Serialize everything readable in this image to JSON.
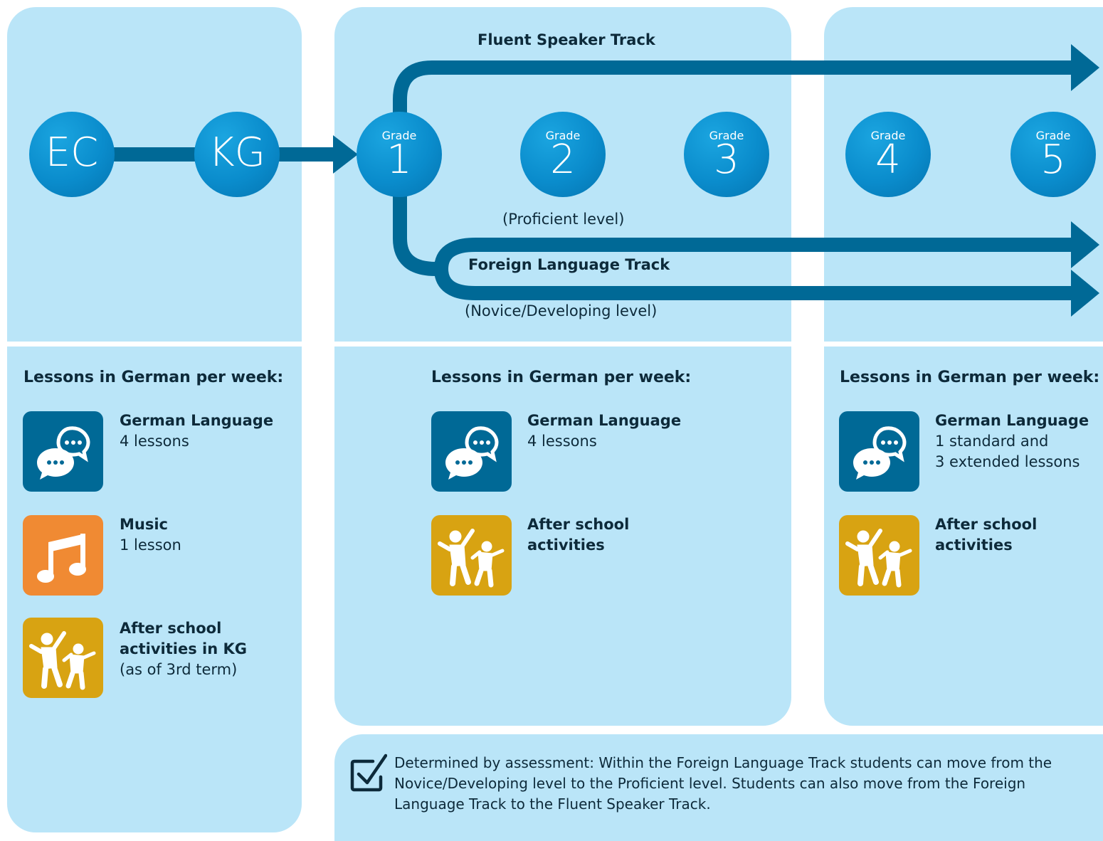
{
  "colors": {
    "panel": "#bae5f8",
    "track": "#006996",
    "node": "#0a8ccc",
    "tile_blue": "#006996",
    "tile_orange": "#f08a33",
    "tile_gold": "#d8a312",
    "text": "#0d2a3a"
  },
  "nodes": {
    "ec": "EC",
    "kg": "KG",
    "grade_word": "Grade",
    "grades": [
      "1",
      "2",
      "3",
      "4",
      "5"
    ]
  },
  "tracks": {
    "fluent": "Fluent Speaker Track",
    "proficient": "(Proficient level)",
    "foreign": "Foreign Language Track",
    "novice": "(Novice/Developing level)"
  },
  "columns": [
    {
      "heading": "Lessons in German per week:",
      "items": [
        {
          "icon": "speech-bubbles-icon",
          "title": "German Language",
          "lines": [
            "4 lessons"
          ]
        },
        {
          "icon": "music-notes-icon",
          "title": "Music",
          "lines": [
            "1 lesson"
          ]
        },
        {
          "icon": "children-playing-icon",
          "title_lines": [
            "After school",
            "activities in KG"
          ],
          "lines": [
            "(as of 3rd term)"
          ]
        }
      ]
    },
    {
      "heading": "Lessons in German per week:",
      "items": [
        {
          "icon": "speech-bubbles-icon",
          "title": "German Language",
          "lines": [
            "4 lessons"
          ]
        },
        {
          "icon": "children-playing-icon",
          "title_lines": [
            "After school",
            "activities"
          ]
        }
      ]
    },
    {
      "heading": "Lessons in German per week:",
      "items": [
        {
          "icon": "speech-bubbles-icon",
          "title": "German Language",
          "lines": [
            "1 standard and",
            "3 extended lessons"
          ]
        },
        {
          "icon": "children-playing-icon",
          "title_lines": [
            "After school",
            "activities"
          ]
        }
      ]
    }
  ],
  "note": {
    "icon": "checkbox-checked-icon",
    "text": "Determined by assessment: Within the Foreign Language Track students can move from the Novice/Developing level to the Proficient level. Students can also move from the Foreign Language Track to the Fluent Speaker Track."
  }
}
